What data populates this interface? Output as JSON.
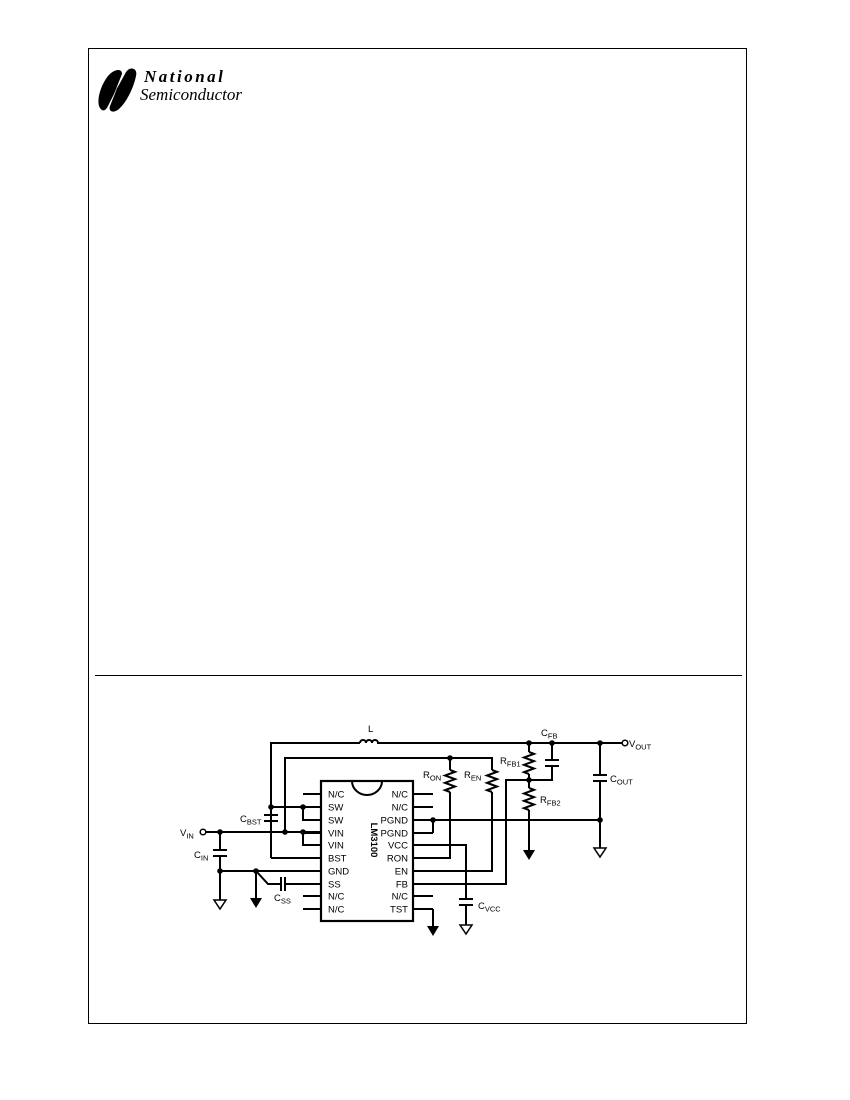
{
  "logo": {
    "line1": "National",
    "line2": "Semiconductor"
  },
  "schematic": {
    "chip_name": "LM3100",
    "left_pins": [
      "N/C",
      "SW",
      "SW",
      "VIN",
      "VIN",
      "BST",
      "GND",
      "SS",
      "N/C",
      "N/C"
    ],
    "right_pins": [
      "N/C",
      "N/C",
      "PGND",
      "PGND",
      "VCC",
      "RON",
      "EN",
      "FB",
      "N/C",
      "TST"
    ],
    "labels": {
      "L": {
        "main": "L",
        "sub": ""
      },
      "CFB": {
        "main": "C",
        "sub": "FB"
      },
      "VOUT": {
        "main": "V",
        "sub": "OUT"
      },
      "RFB1": {
        "main": "R",
        "sub": "FB1"
      },
      "RFB2": {
        "main": "R",
        "sub": "FB2"
      },
      "COUT": {
        "main": "C",
        "sub": "OUT"
      },
      "RON": {
        "main": "R",
        "sub": "ON"
      },
      "REN": {
        "main": "R",
        "sub": "EN"
      },
      "CBST": {
        "main": "C",
        "sub": "BST"
      },
      "VIN": {
        "main": "V",
        "sub": "IN"
      },
      "CIN": {
        "main": "C",
        "sub": "IN"
      },
      "CSS": {
        "main": "C",
        "sub": "SS"
      },
      "CVCC": {
        "main": "C",
        "sub": "VCC"
      }
    }
  }
}
